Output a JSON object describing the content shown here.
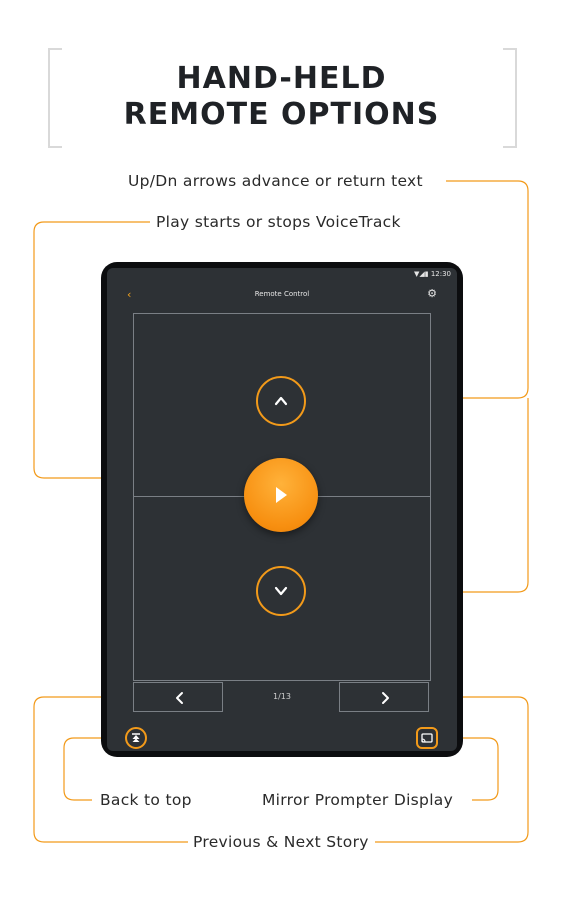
{
  "header": {
    "title_line1": "HAND-HELD",
    "title_line2": "REMOTE OPTIONS"
  },
  "callouts": {
    "updown": "Up/Dn arrows advance or return text",
    "play": "Play starts or stops VoiceTrack",
    "back_to_top": "Back to top",
    "mirror": "Mirror Prompter Display",
    "prev_next": "Previous & Next Story"
  },
  "device": {
    "status_icons": "▼◢▮ 12:30",
    "appbar_title": "Remote Control",
    "pager": "1/13"
  },
  "colors": {
    "accent": "#f29a1a",
    "screen": "#2d3135",
    "text_dark": "#1f2226"
  },
  "icons": {
    "back": "arrow-left-icon",
    "settings": "gear-icon",
    "up": "chevron-up-icon",
    "down": "chevron-down-icon",
    "play": "play-icon",
    "prev": "chevron-left-icon",
    "next": "chevron-right-icon",
    "top": "skip-to-top-icon",
    "cast": "cast-icon"
  }
}
